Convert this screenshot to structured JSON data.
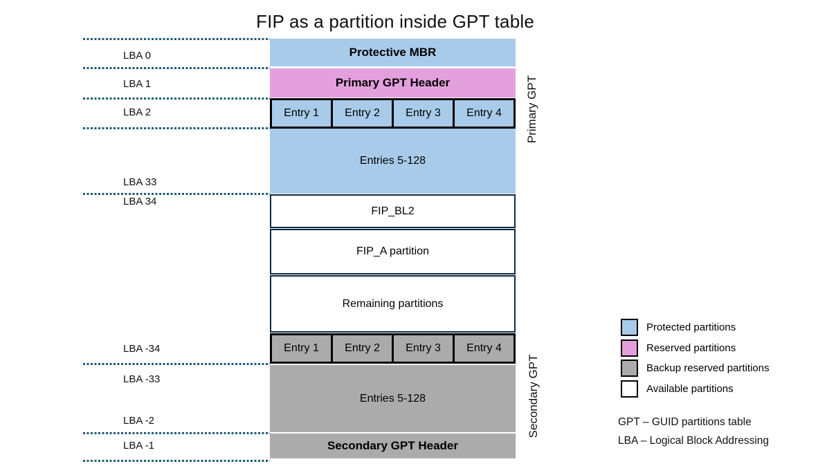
{
  "title": "FIP as a partition inside GPT table",
  "lba_labels": [
    "LBA 0",
    "LBA 1",
    "LBA 2",
    "LBA 33",
    "LBA 34",
    "LBA -34",
    "LBA -33",
    "LBA -2",
    "LBA -1"
  ],
  "boxes": {
    "protective_mbr": "Protective MBR",
    "primary_gpt_header": "Primary GPT Header",
    "primary_entries": [
      "Entry 1",
      "Entry 2",
      "Entry 3",
      "Entry 4"
    ],
    "primary_entries_rest": "Entries 5-128",
    "fip_bl2": "FIP_BL2",
    "fip_a": "FIP_A partition",
    "remaining": "Remaining partitions",
    "secondary_entries": [
      "Entry 1",
      "Entry 2",
      "Entry 3",
      "Entry 4"
    ],
    "secondary_entries_rest": "Entries 5-128",
    "secondary_gpt_header": "Secondary GPT Header"
  },
  "side_labels": {
    "primary": "Primary GPT",
    "secondary": "Secondary GPT"
  },
  "legend": {
    "items": [
      {
        "label": "Protected partitions",
        "color": "#A8CBEA"
      },
      {
        "label": "Reserved partitions",
        "color": "#E3A0DD"
      },
      {
        "label": "Backup reserved partitions",
        "color": "#ABABAB"
      },
      {
        "label": "Available partitions",
        "color": "#FFFFFF"
      }
    ]
  },
  "footnotes": [
    "GPT – GUID partitions table",
    "LBA – Logical Block Addressing"
  ],
  "colors": {
    "protected": "#A8CBEA",
    "reserved": "#E3A0DD",
    "backup_reserved": "#ABABAB",
    "available": "#FFFFFF",
    "dotted_line": "#1C5A74",
    "box_border": "#0E2841",
    "entry_border": "#000000"
  }
}
